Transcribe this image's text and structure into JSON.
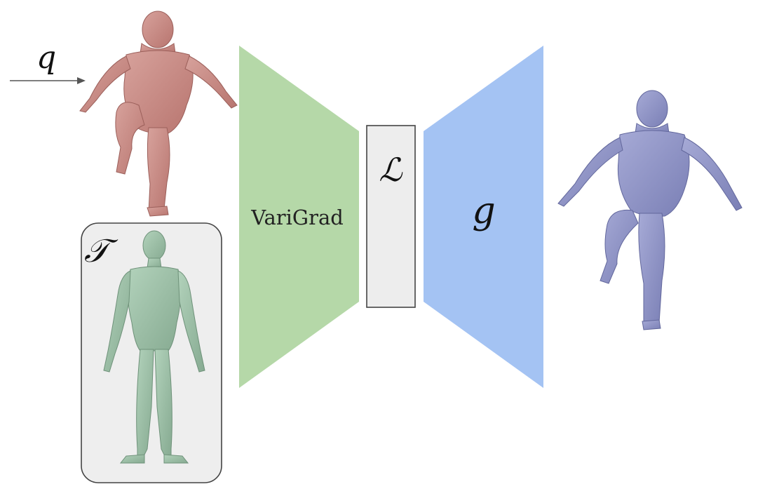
{
  "input_label": "q",
  "template_label": "𝒯",
  "encoder_label": "VariGrad",
  "latent_label": "ℒ",
  "decoder_label": "g",
  "colors": {
    "input_mesh": "#c98a84",
    "template_mesh": "#9cbfa6",
    "output_mesh": "#8e93c6",
    "encoder": "#b5d8a8",
    "decoder": "#a4c3f3",
    "latent_fill": "#ededed",
    "template_box": "#eeeeee",
    "arrow": "#555555"
  },
  "icons": {
    "input_mesh": "input-body-mesh-icon",
    "template_mesh": "template-body-mesh-icon",
    "output_mesh": "output-body-mesh-icon"
  }
}
